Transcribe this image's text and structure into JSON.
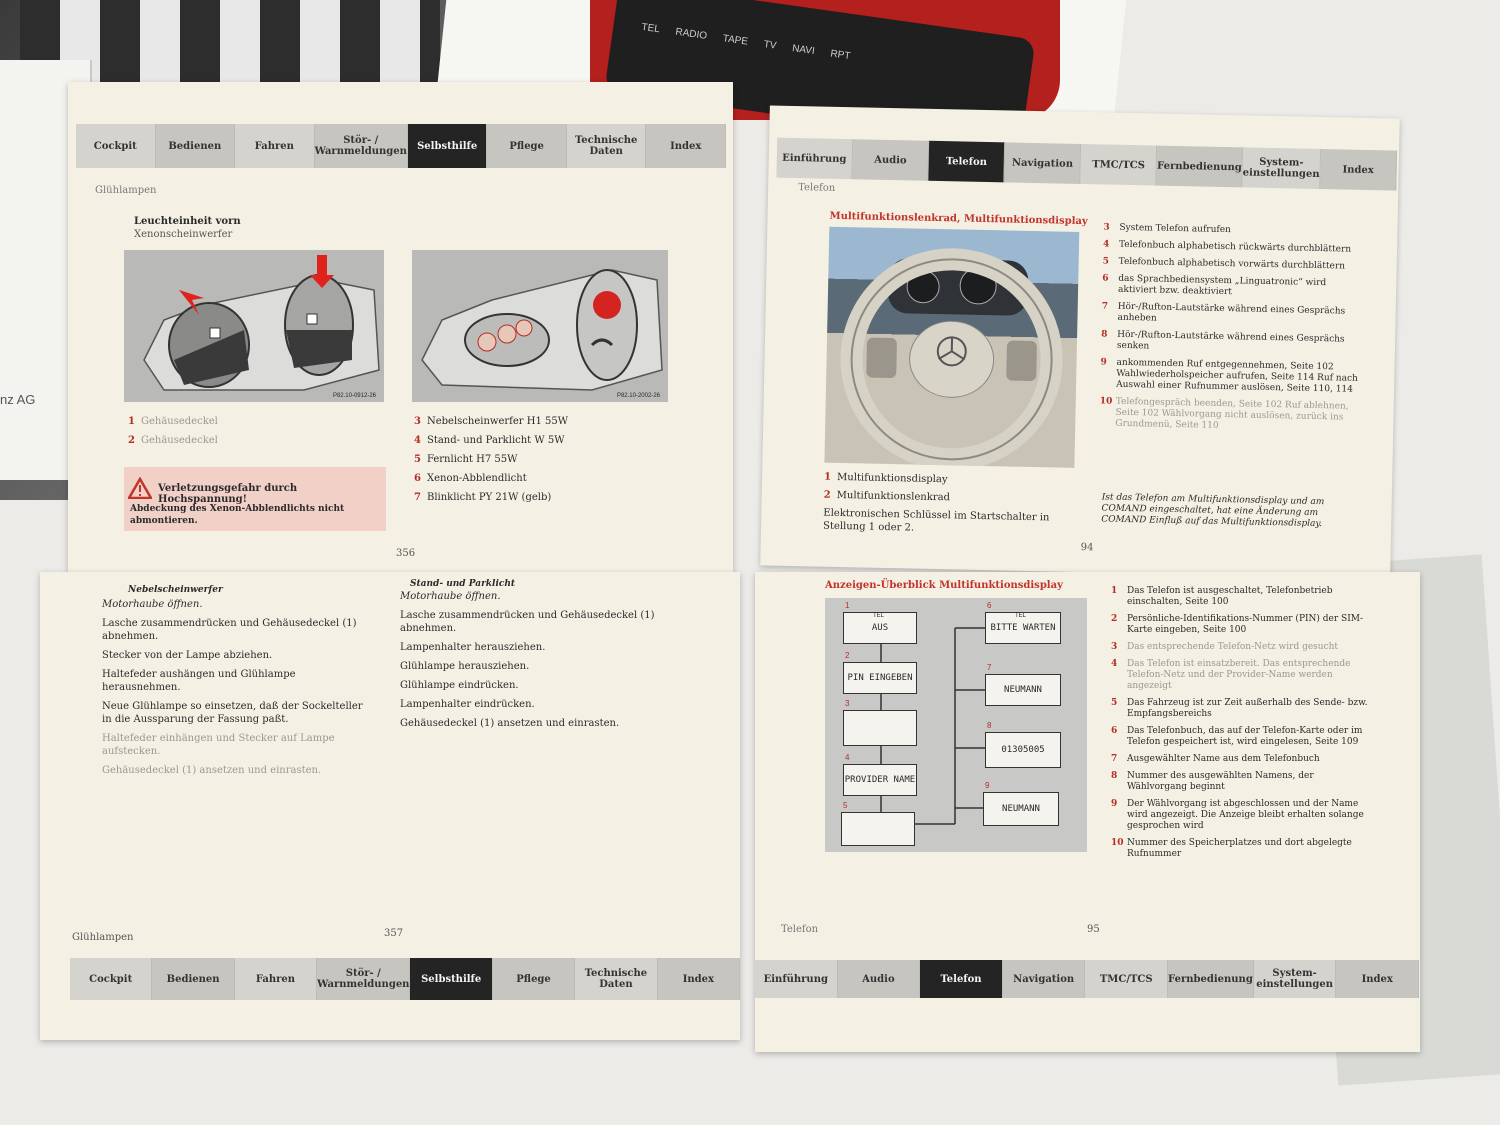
{
  "background": {
    "corner_text": "nz AG",
    "radio_labels": [
      "TEL",
      "RADIO",
      "TAPE",
      "TV",
      "NAVI",
      "RPT"
    ]
  },
  "left_tabs": [
    "Cockpit",
    "Bedienen",
    "Fahren",
    "Stör- / Warnmeldungen",
    "Selbsthilfe",
    "Pflege",
    "Technische Daten",
    "Index"
  ],
  "left_active_tab": "Selbsthilfe",
  "right_tabs": [
    "Einführung",
    "Audio",
    "Telefon",
    "Navigation",
    "TMC/TCS",
    "Fernbedienung",
    "System-einstellungen",
    "Index"
  ],
  "right_active_tab": "Telefon",
  "page356": {
    "runhead": "Glühlampen",
    "section_title": "Leuchteinheit vorn",
    "section_subtitle": "Xenonscheinwerfer",
    "fig1_code": "P82.10-0912-26",
    "fig2_code": "P82.10-2002-26",
    "legend_left": [
      {
        "n": "1",
        "text": "Gehäusedeckel"
      },
      {
        "n": "2",
        "text": "Gehäusedeckel"
      }
    ],
    "legend_right": [
      {
        "n": "3",
        "text": "Nebelscheinwerfer H1 55W"
      },
      {
        "n": "4",
        "text": "Stand- und Parklicht W 5W"
      },
      {
        "n": "5",
        "text": "Fernlicht H7 55W"
      },
      {
        "n": "6",
        "text": "Xenon-Abblendlicht"
      },
      {
        "n": "7",
        "text": "Blinklicht PY 21W (gelb)"
      }
    ],
    "warning_title": "Verletzungsgefahr durch Hochspannung!",
    "warning_text": "Abdeckung des Xenon-Abblendlichts nicht abmontieren.",
    "page_number": "356"
  },
  "page357": {
    "left_title": "Nebelscheinwerfer",
    "left_steps": [
      "Motorhaube öffnen.",
      "Lasche zusammendrücken und Gehäusedeckel (1) abnehmen.",
      "Stecker von der Lampe abziehen.",
      "Haltefeder aushängen und Glühlampe herausnehmen.",
      "Neue Glühlampe so einsetzen, daß der Sockelteller in die Aussparung der Fassung paßt.",
      "Haltefeder einhängen und Stecker auf Lampe aufstecken.",
      "Gehäusedeckel (1) ansetzen und einrasten."
    ],
    "right_title": "Stand- und Parklicht",
    "right_steps": [
      "Motorhaube öffnen.",
      "Lasche zusammendrücken und Gehäusedeckel (1) abnehmen.",
      "Lampenhalter herausziehen.",
      "Glühlampe herausziehen.",
      "Glühlampe eindrücken.",
      "Lampenhalter eindrücken.",
      "Gehäusedeckel (1) ansetzen und einrasten."
    ],
    "runfoot": "Glühlampen",
    "page_number": "357"
  },
  "page94": {
    "runhead": "Telefon",
    "section_title": "Multifunktionslenkrad, Multifunktionsdisplay",
    "legend": [
      {
        "n": "1",
        "text": "Multifunktionsdisplay"
      },
      {
        "n": "2",
        "text": "Multifunktionslenkrad"
      }
    ],
    "key_note": "Elektronischen Schlüssel im Startschalter in Stellung 1 oder 2.",
    "functions": [
      {
        "n": "3",
        "text": "System Telefon aufrufen"
      },
      {
        "n": "4",
        "text": "Telefonbuch alphabetisch rückwärts durchblättern"
      },
      {
        "n": "5",
        "text": "Telefonbuch alphabetisch vorwärts durchblättern"
      },
      {
        "n": "6",
        "text": "das Sprachbediensystem „Linguatronic“ wird aktiviert bzw. deaktiviert"
      },
      {
        "n": "7",
        "text": "Hör-/Rufton-Lautstärke während eines Gesprächs anheben"
      },
      {
        "n": "8",
        "text": "Hör-/Rufton-Lautstärke während eines Gesprächs senken"
      },
      {
        "n": "9",
        "text": "ankommenden Ruf entgegennehmen, Seite 102 Wahlwiederholspeicher aufrufen, Seite 114 Ruf nach Auswahl einer Rufnummer auslösen, Seite 110, 114"
      },
      {
        "n": "10",
        "text": "Telefongespräch beenden, Seite 102 Ruf ablehnen, Seite 102 Wählvorgang nicht auslösen, zurück ins Grundmenü, Seite 110"
      }
    ],
    "comand_note": "Ist das Telefon am Multifunktionsdisplay und am COMAND eingeschaltet, hat eine Änderung am COMAND Einfluß auf das Multifunktionsdisplay.",
    "page_number": "94"
  },
  "page95": {
    "section_title": "Anzeigen-Überblick Multifunktionsdisplay",
    "display_boxes": [
      {
        "n": "1",
        "text": "AUS"
      },
      {
        "n": "2",
        "text": "PIN EINGEBEN"
      },
      {
        "n": "3",
        "text": ""
      },
      {
        "n": "4",
        "text": "PROVIDER NAME"
      },
      {
        "n": "5",
        "text": ""
      },
      {
        "n": "6",
        "text": "BITTE WARTEN"
      },
      {
        "n": "7",
        "text": "NEUMANN"
      },
      {
        "n": "8",
        "text": "01305005"
      },
      {
        "n": "9",
        "text": "NEUMANN"
      }
    ],
    "box_tag": "TEL",
    "legend": [
      {
        "n": "1",
        "text": "Das Telefon ist ausgeschaltet, Telefonbetrieb einschalten, Seite 100"
      },
      {
        "n": "2",
        "text": "Persönliche-Identifikations-Nummer (PIN) der SIM-Karte eingeben, Seite 100"
      },
      {
        "n": "3",
        "text": "Das entsprechende Telefon-Netz wird gesucht"
      },
      {
        "n": "4",
        "text": "Das Telefon ist einsatzbereit. Das entsprechende Telefon-Netz und der Provider-Name werden angezeigt"
      },
      {
        "n": "5",
        "text": "Das Fahrzeug ist zur Zeit außerhalb des Sende- bzw. Empfangsbereichs"
      },
      {
        "n": "6",
        "text": "Das Telefonbuch, das auf der Telefon-Karte oder im Telefon gespeichert ist, wird eingelesen, Seite 109"
      },
      {
        "n": "7",
        "text": "Ausgewählter Name aus dem Telefonbuch"
      },
      {
        "n": "8",
        "text": "Nummer des ausgewählten Namens, der Wählvorgang beginnt"
      },
      {
        "n": "9",
        "text": "Der Wählvorgang ist abgeschlossen und der Name wird angezeigt. Die Anzeige bleibt erhalten solange gesprochen wird"
      },
      {
        "n": "10",
        "text": "Nummer des Speicherplatzes und dort abgelegte Rufnummer"
      }
    ],
    "runfoot": "Telefon",
    "page_number": "95"
  },
  "colors": {
    "accent_red": "#c2332a",
    "active_tab": "#242424",
    "paper": "#f4f1e4"
  }
}
